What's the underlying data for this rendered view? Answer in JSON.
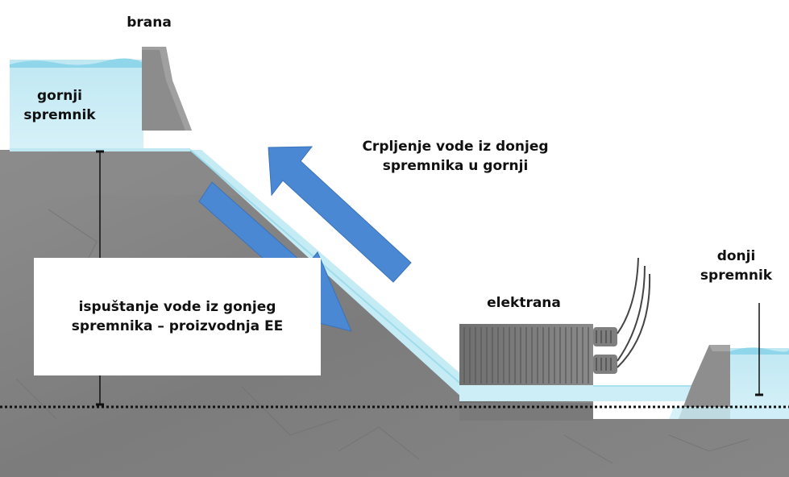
{
  "labels": {
    "dam": "brana",
    "upper_reservoir_line1": "gornji",
    "upper_reservoir_line2": "spremnik",
    "pumping_line1": "Crpljenje vode iz donjeg",
    "pumping_line2": "spremnika u gornji",
    "lower_reservoir_line1": "donji",
    "lower_reservoir_line2": "spremnik",
    "power_plant": "elektrana",
    "release_line1": "ispuštanje vode iz gonjeg",
    "release_line2": "spremnika – proizvodnja EE"
  },
  "colors": {
    "rock": "#858585",
    "rock_light": "#9b9b9b",
    "water": "#c9ecf5",
    "water_surface": "#7fcde4",
    "arrow": "#4a88d4",
    "text": "#111111"
  }
}
